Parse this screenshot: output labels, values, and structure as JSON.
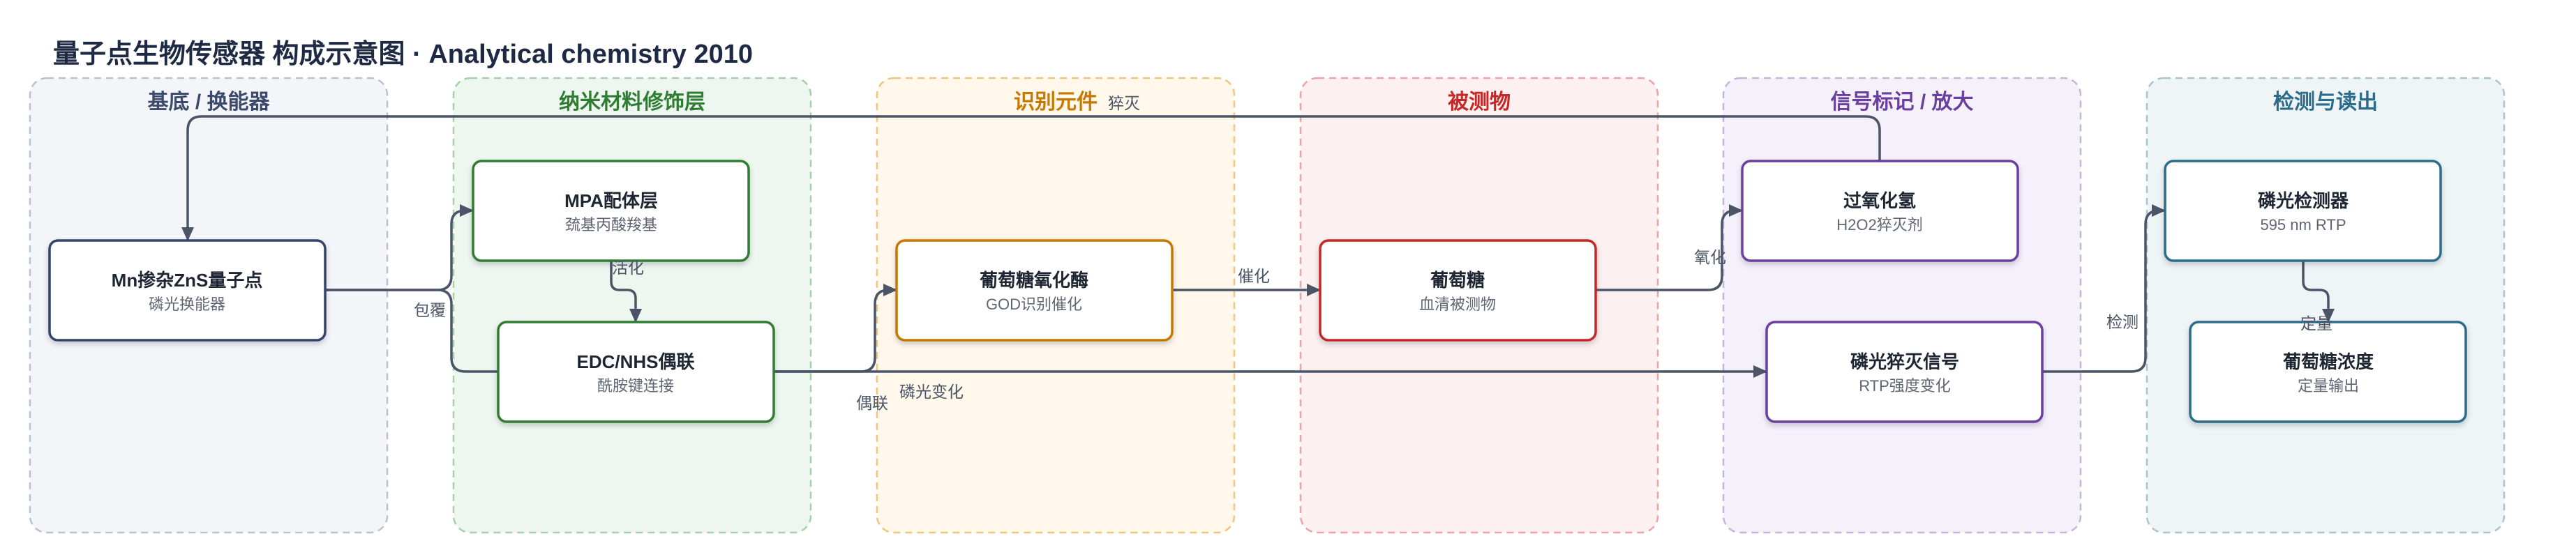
{
  "title": "量子点生物传感器 构成示意图 · Analytical chemistry 2010",
  "colors": {
    "title": "#1e2a44",
    "edge": "#4b5567",
    "edge_label": "#4b5567"
  },
  "lanes": [
    {
      "label": "基底 / 换能器",
      "color": "#3b4a6b",
      "fill": "#f3f5f9",
      "border": "#b7c1d4",
      "nodes": [
        {
          "title": "Mn掺杂ZnS量子点",
          "subtitle": "磷光换能器",
          "color": "#34446a"
        }
      ]
    },
    {
      "label": "纳米材料修饰层",
      "color": "#2e7d32",
      "fill": "#eef7ef",
      "border": "#a5d1a8",
      "nodes": [
        {
          "title": "MPA配体层",
          "subtitle": "巯基丙酸羧基",
          "color": "#2e7d32"
        },
        {
          "title": "EDC/NHS偶联",
          "subtitle": "酰胺键连接",
          "color": "#2e7d32"
        }
      ]
    },
    {
      "label": "识别元件",
      "color": "#c77800",
      "fill": "#fff8eb",
      "border": "#f0c47f",
      "nodes": [
        {
          "title": "葡萄糖氧化酶",
          "subtitle": "GOD识别催化",
          "color": "#c77800"
        }
      ]
    },
    {
      "label": "被测物",
      "color": "#c62828",
      "fill": "#fdf0f0",
      "border": "#eba3a3",
      "nodes": [
        {
          "title": "葡萄糖",
          "subtitle": "血清被测物",
          "color": "#c62828"
        }
      ]
    },
    {
      "label": "信号标记 / 放大",
      "color": "#6a3fa0",
      "fill": "#f5f1fb",
      "border": "#c6b3e2",
      "nodes": [
        {
          "title": "过氧化氢",
          "subtitle": "H2O2猝灭剂",
          "color": "#6a3fa0"
        },
        {
          "title": "磷光猝灭信号",
          "subtitle": "RTP强度变化",
          "color": "#6a3fa0"
        }
      ]
    },
    {
      "label": "检测与读出",
      "color": "#2b6c8a",
      "fill": "#eff5f6",
      "border": "#a8c4d1",
      "nodes": [
        {
          "title": "磷光检测器",
          "subtitle": "595 nm RTP",
          "color": "#2b6c8a"
        },
        {
          "title": "葡萄糖浓度",
          "subtitle": "定量输出",
          "color": "#2b6c8a"
        }
      ]
    }
  ],
  "edges": [
    {
      "label": "包覆"
    },
    {
      "label": "活化"
    },
    {
      "label": "偶联"
    },
    {
      "label": "催化"
    },
    {
      "label": "氧化"
    },
    {
      "label": "猝灭"
    },
    {
      "label": "磷光变化"
    },
    {
      "label": "检测"
    },
    {
      "label": "定量"
    }
  ]
}
